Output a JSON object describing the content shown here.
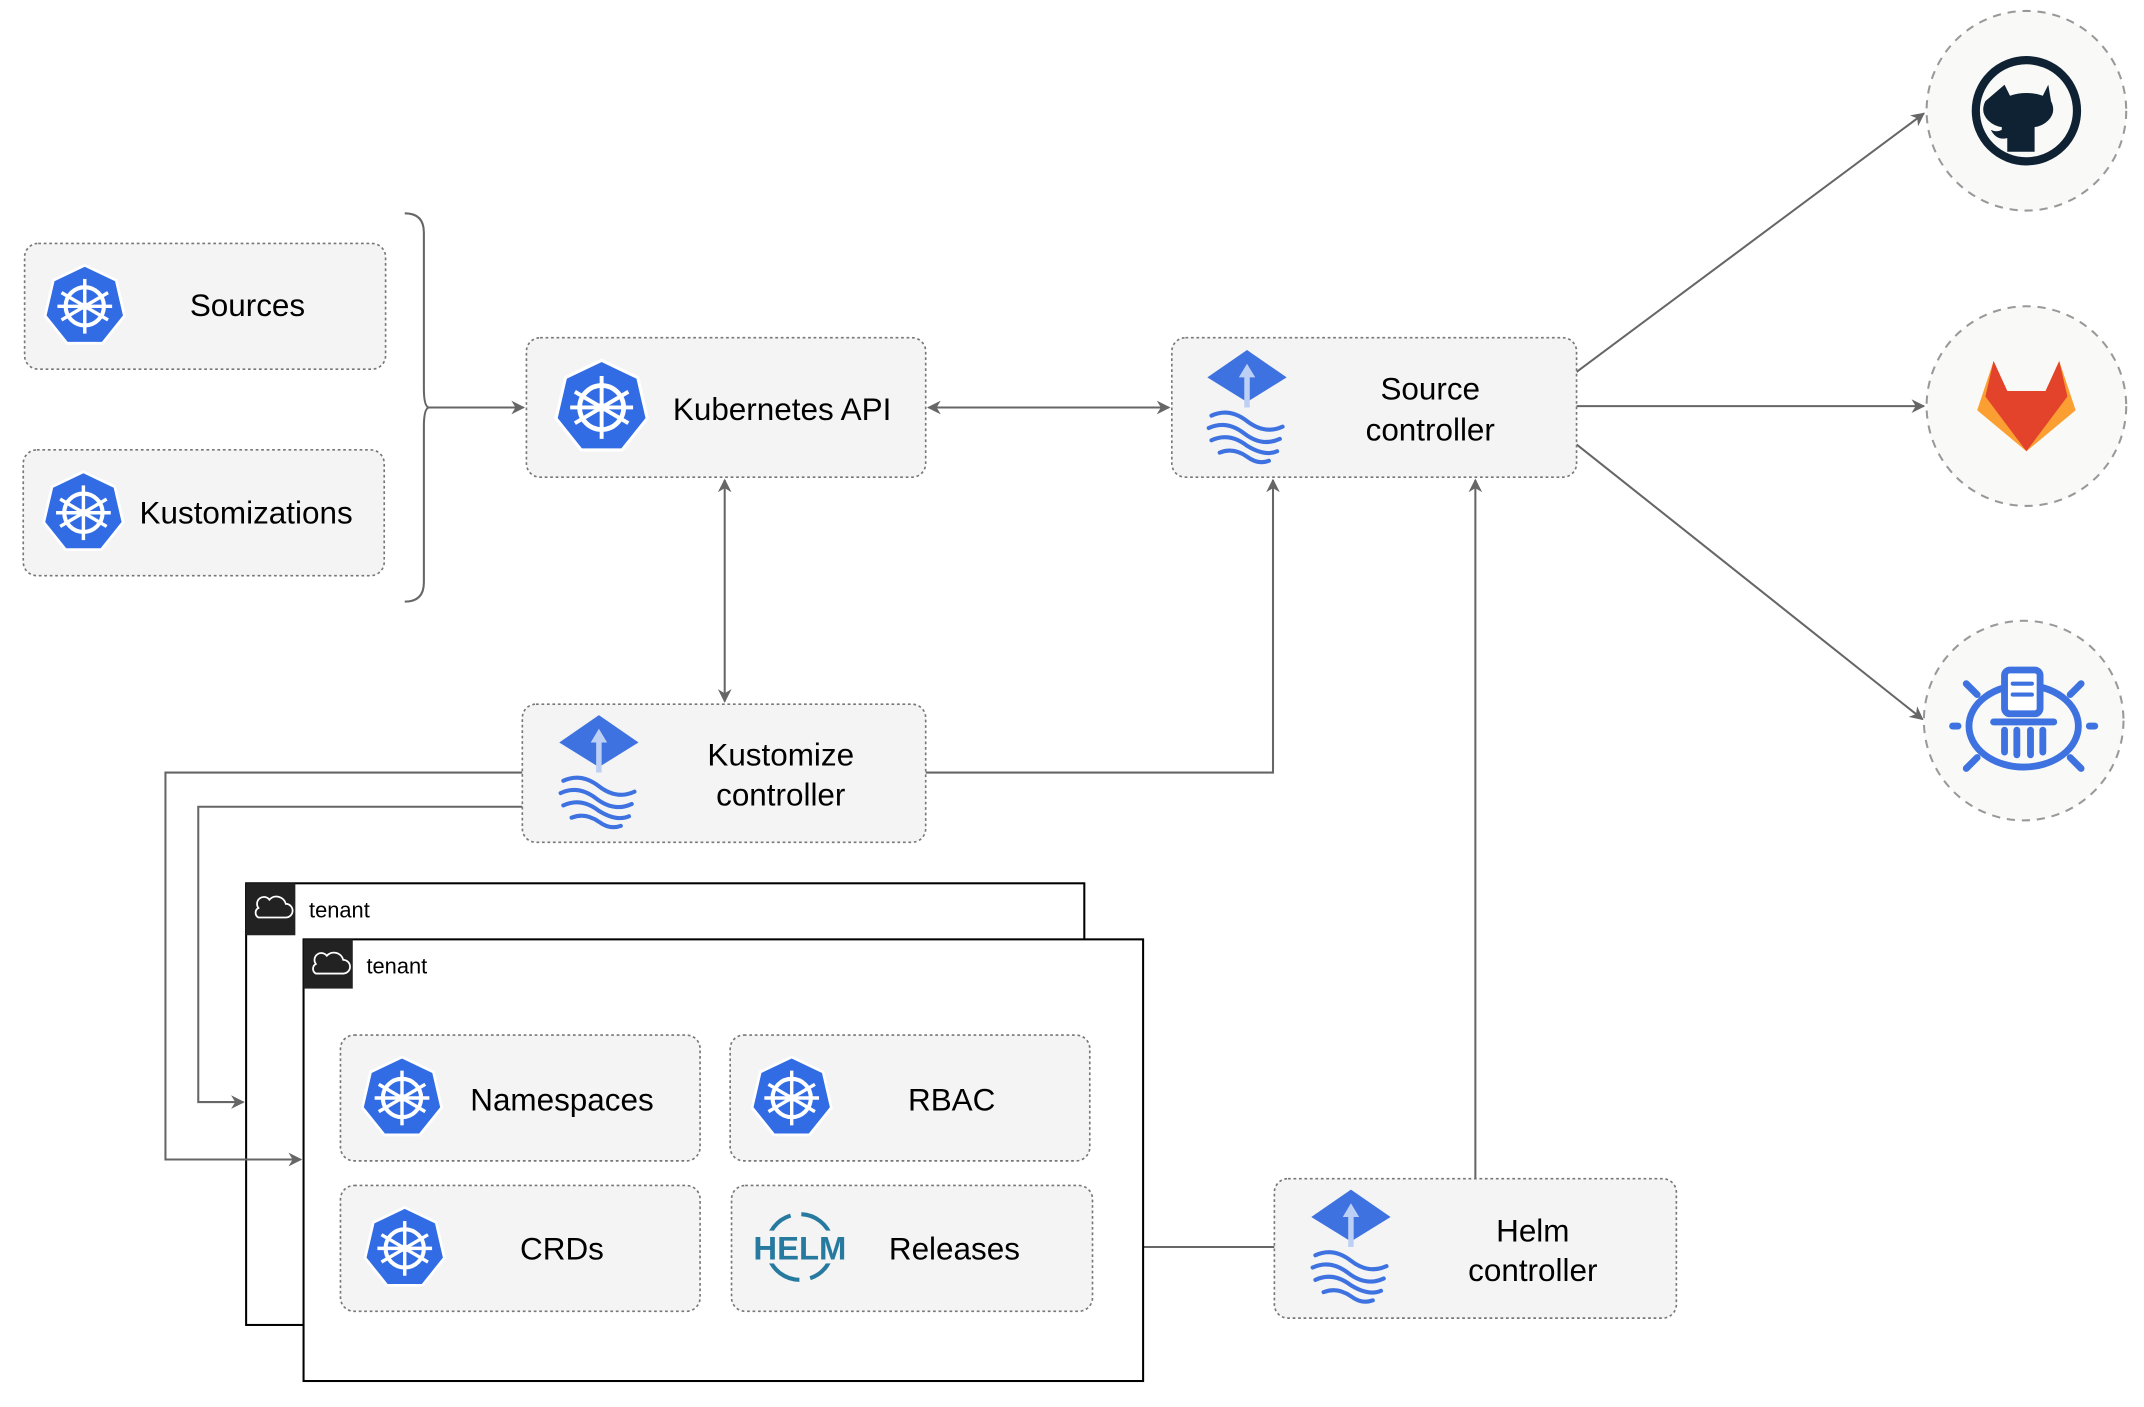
{
  "nodes": {
    "sources": "Sources",
    "kustomizations": "Kustomizations",
    "kubernetes_api": "Kubernetes API",
    "source_controller": [
      "Source",
      "controller"
    ],
    "kustomize_controller": [
      "Kustomize",
      "controller"
    ],
    "helm_controller": [
      "Helm",
      "controller"
    ],
    "namespaces": "Namespaces",
    "rbac": "RBAC",
    "crds": "CRDs",
    "releases": "Releases",
    "helm_logo_text": "HELM"
  },
  "tenants": [
    "tenant",
    "tenant"
  ],
  "external_sources": [
    "github-icon",
    "gitlab-icon",
    "bucket-icon"
  ],
  "colors": {
    "k8s_blue": "#326ce5",
    "flux_blue": "#3e72e0",
    "helm_blue": "#277a9f",
    "gitlab_orange": "#e2432a",
    "github_dark": "#0f2234",
    "line": "#666666"
  }
}
